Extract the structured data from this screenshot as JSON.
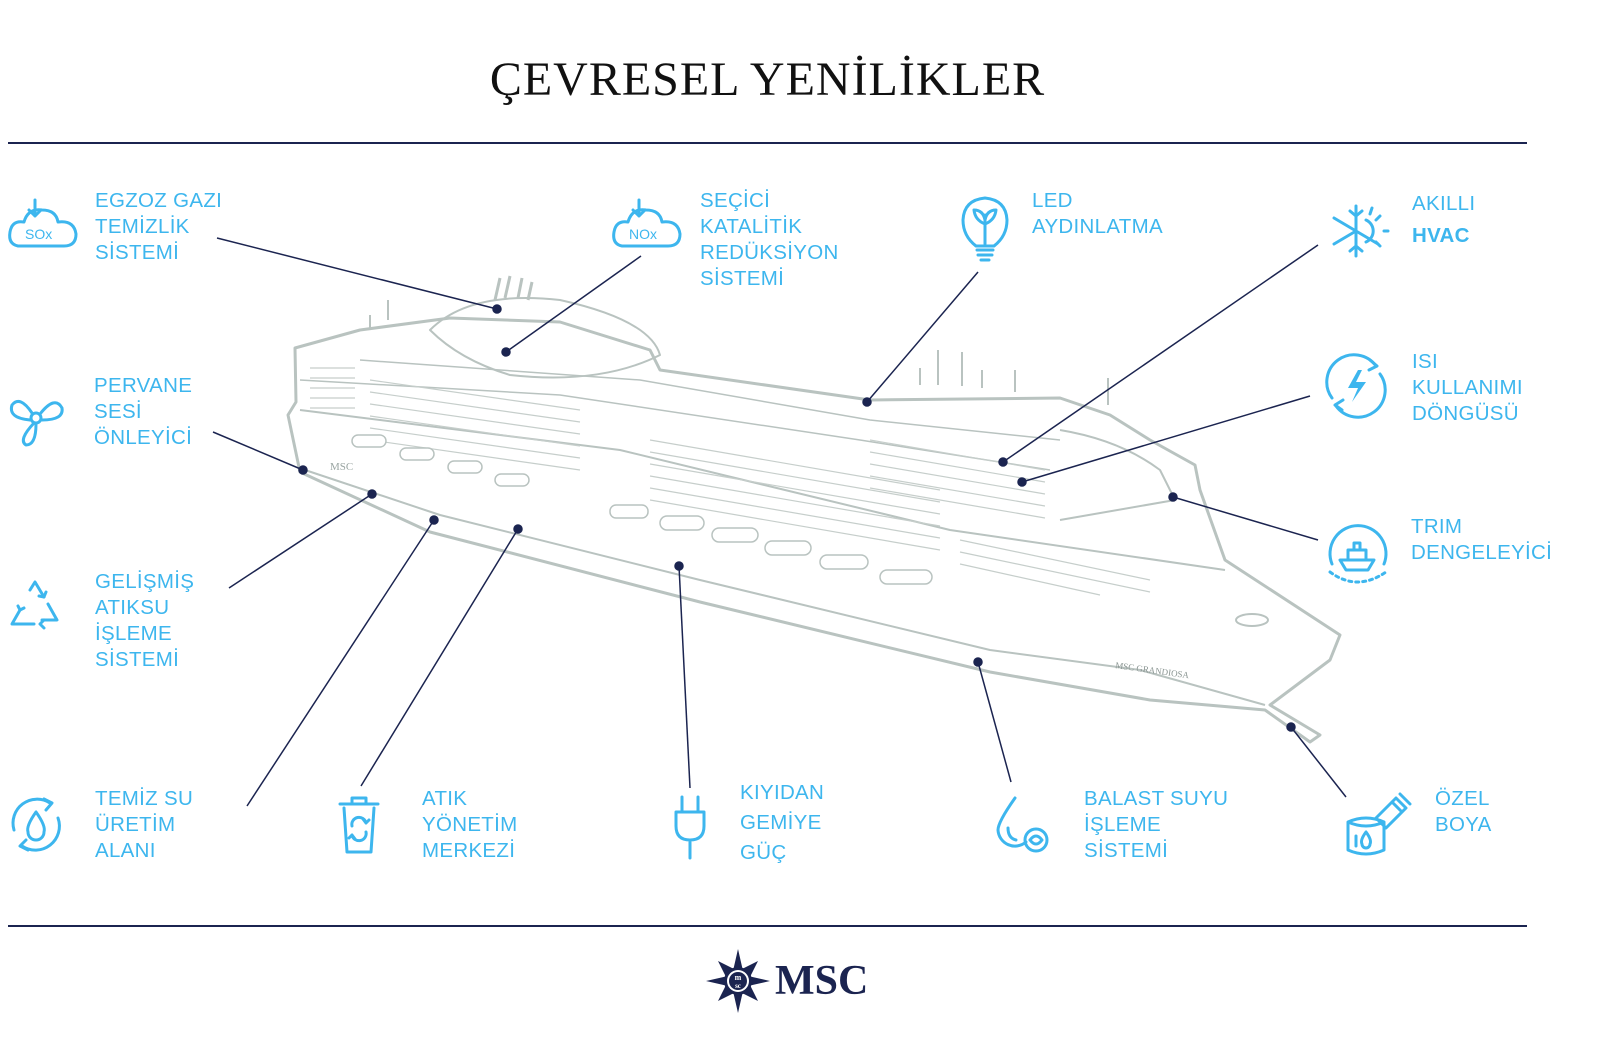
{
  "title": "ÇEVRESEL YENİLİKLER",
  "colors": {
    "accent": "#3db6ee",
    "navy": "#1b2450",
    "ship": "#b9c3c0"
  },
  "ship_name": "MSC GRANDIOSA",
  "ship_logo": "MSC",
  "features": [
    {
      "icon": "sox-cloud-icon",
      "lines": [
        "EGZOZ GAZI",
        "TEMİZLİK",
        "SİSTEMİ"
      ],
      "icon_text": "SOx"
    },
    {
      "icon": "nox-cloud-icon",
      "lines": [
        "SEÇİCİ",
        "KATALİTİK",
        "REDÜKSİYON",
        "SİSTEMİ"
      ],
      "icon_text": "NOx"
    },
    {
      "icon": "led-bulb-icon",
      "lines": [
        "LED",
        "AYDINLATMA"
      ]
    },
    {
      "icon": "hvac-snow-sun-icon",
      "lines": [
        "AKILLI",
        "HVAC"
      ]
    },
    {
      "icon": "heat-cycle-icon",
      "lines": [
        "ISI",
        "KULLANIMI",
        "DÖNGÜSÜ"
      ]
    },
    {
      "icon": "trim-ship-icon",
      "lines": [
        "TRIM",
        "DENGELEYİCİ"
      ]
    },
    {
      "icon": "propeller-icon",
      "lines": [
        "PERVANE",
        "SESİ",
        "ÖNLEYİCİ"
      ]
    },
    {
      "icon": "recycle-icon",
      "lines": [
        "GELİŞMİŞ",
        "ATIKSU",
        "İŞLEME",
        "SİSTEMİ"
      ]
    },
    {
      "icon": "water-drop-cycle-icon",
      "lines": [
        "TEMİZ SU",
        "ÜRETİM",
        "ALANI"
      ]
    },
    {
      "icon": "recycle-bin-icon",
      "lines": [
        "ATIK",
        "YÖNETİM",
        "MERKEZİ"
      ]
    },
    {
      "icon": "plug-icon",
      "lines": [
        "KIYIDAN",
        "GEMİYE",
        "GÜÇ"
      ]
    },
    {
      "icon": "ballast-water-icon",
      "lines": [
        "BALAST SUYU",
        "İŞLEME",
        "SİSTEMİ"
      ]
    },
    {
      "icon": "paint-bucket-icon",
      "lines": [
        "ÖZEL",
        "BOYA"
      ]
    }
  ],
  "footer_logo": "MSC"
}
